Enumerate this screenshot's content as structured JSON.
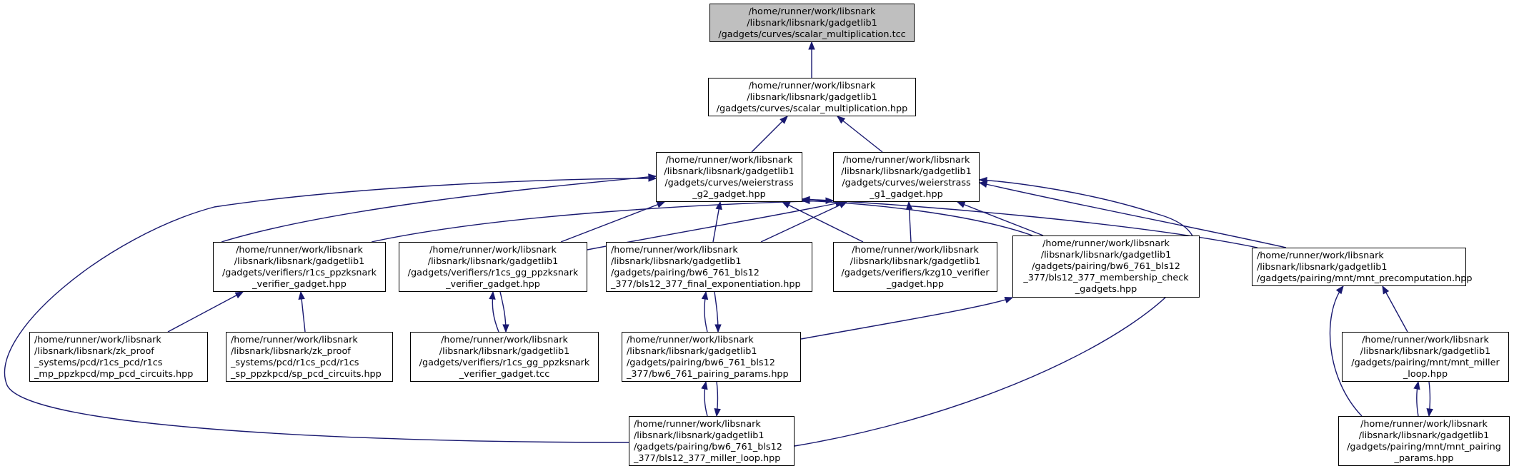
{
  "colors": {
    "edge": "#191970",
    "root_fill": "#bfbfbf",
    "node_fill": "#ffffff",
    "border": "#000000"
  },
  "nodes": {
    "scalar_tcc": {
      "lines": [
        "/home/runner/work/libsnark",
        "/libsnark/libsnark/gadgetlib1",
        "/gadgets/curves/scalar_multiplication.tcc"
      ]
    },
    "scalar_hpp": {
      "lines": [
        "/home/runner/work/libsnark",
        "/libsnark/libsnark/gadgetlib1",
        "/gadgets/curves/scalar_multiplication.hpp"
      ]
    },
    "weier_g2": {
      "lines": [
        "/home/runner/work/libsnark",
        "/libsnark/libsnark/gadgetlib1",
        "/gadgets/curves/weierstrass",
        "_g2_gadget.hpp"
      ]
    },
    "weier_g1": {
      "lines": [
        "/home/runner/work/libsnark",
        "/libsnark/libsnark/gadgetlib1",
        "/gadgets/curves/weierstrass",
        "_g1_gadget.hpp"
      ]
    },
    "r1cs_ppzksnark_verifier": {
      "lines": [
        "/home/runner/work/libsnark",
        "/libsnark/libsnark/gadgetlib1",
        "/gadgets/verifiers/r1cs_ppzksnark",
        "_verifier_gadget.hpp"
      ]
    },
    "r1cs_gg_verifier_hpp": {
      "lines": [
        "/home/runner/work/libsnark",
        "/libsnark/libsnark/gadgetlib1",
        "/gadgets/verifiers/r1cs_gg_ppzksnark",
        "_verifier_gadget.hpp"
      ]
    },
    "bw6_final_exp": {
      "lines": [
        "/home/runner/work/libsnark",
        "/libsnark/libsnark/gadgetlib1",
        "/gadgets/pairing/bw6_761_bls12",
        "_377/bls12_377_final_exponentiation.hpp"
      ]
    },
    "kzg10_verifier": {
      "lines": [
        "/home/runner/work/libsnark",
        "/libsnark/libsnark/gadgetlib1",
        "/gadgets/verifiers/kzg10_verifier",
        "_gadget.hpp"
      ]
    },
    "bw6_membership": {
      "lines": [
        "/home/runner/work/libsnark",
        "/libsnark/libsnark/gadgetlib1",
        "/gadgets/pairing/bw6_761_bls12",
        "_377/bls12_377_membership_check",
        "_gadgets.hpp"
      ]
    },
    "mnt_precomp": {
      "lines": [
        "/home/runner/work/libsnark",
        "/libsnark/libsnark/gadgetlib1",
        "/gadgets/pairing/mnt/mnt_precomputation.hpp"
      ]
    },
    "mp_pcd": {
      "lines": [
        "/home/runner/work/libsnark",
        "/libsnark/libsnark/zk_proof",
        "_systems/pcd/r1cs_pcd/r1cs",
        "_mp_ppzkpcd/mp_pcd_circuits.hpp"
      ]
    },
    "sp_pcd": {
      "lines": [
        "/home/runner/work/libsnark",
        "/libsnark/libsnark/zk_proof",
        "_systems/pcd/r1cs_pcd/r1cs",
        "_sp_ppzkpcd/sp_pcd_circuits.hpp"
      ]
    },
    "r1cs_gg_verifier_tcc": {
      "lines": [
        "/home/runner/work/libsnark",
        "/libsnark/libsnark/gadgetlib1",
        "/gadgets/verifiers/r1cs_gg_ppzksnark",
        "_verifier_gadget.tcc"
      ]
    },
    "bw6_pairing_params": {
      "lines": [
        "/home/runner/work/libsnark",
        "/libsnark/libsnark/gadgetlib1",
        "/gadgets/pairing/bw6_761_bls12",
        "_377/bw6_761_pairing_params.hpp"
      ]
    },
    "bw6_miller_loop": {
      "lines": [
        "/home/runner/work/libsnark",
        "/libsnark/libsnark/gadgetlib1",
        "/gadgets/pairing/bw6_761_bls12",
        "_377/bls12_377_miller_loop.hpp"
      ]
    },
    "mnt_miller_loop": {
      "lines": [
        "/home/runner/work/libsnark",
        "/libsnark/libsnark/gadgetlib1",
        "/gadgets/pairing/mnt/mnt_miller",
        "_loop.hpp"
      ]
    },
    "mnt_pairing_params": {
      "lines": [
        "/home/runner/work/libsnark",
        "/libsnark/libsnark/gadgetlib1",
        "/gadgets/pairing/mnt/mnt_pairing",
        "_params.hpp"
      ]
    }
  },
  "edges": [
    {
      "from": "scalar_hpp",
      "to": "scalar_tcc"
    },
    {
      "from": "weier_g2",
      "to": "scalar_hpp"
    },
    {
      "from": "weier_g1",
      "to": "scalar_hpp"
    },
    {
      "from": "r1cs_ppzksnark_verifier",
      "to": "weier_g2"
    },
    {
      "from": "r1cs_gg_verifier_hpp",
      "to": "weier_g2"
    },
    {
      "from": "bw6_final_exp",
      "to": "weier_g2"
    },
    {
      "from": "kzg10_verifier",
      "to": "weier_g2"
    },
    {
      "from": "bw6_membership",
      "to": "weier_g2"
    },
    {
      "from": "mnt_precomp",
      "to": "weier_g2"
    },
    {
      "from": "bw6_miller_loop",
      "to": "weier_g2"
    },
    {
      "from": "r1cs_ppzksnark_verifier",
      "to": "weier_g1"
    },
    {
      "from": "r1cs_gg_verifier_hpp",
      "to": "weier_g1"
    },
    {
      "from": "bw6_final_exp",
      "to": "weier_g1"
    },
    {
      "from": "kzg10_verifier",
      "to": "weier_g1"
    },
    {
      "from": "bw6_membership",
      "to": "weier_g1"
    },
    {
      "from": "mnt_precomp",
      "to": "weier_g1"
    },
    {
      "from": "bw6_miller_loop",
      "to": "weier_g1"
    },
    {
      "from": "mp_pcd",
      "to": "r1cs_ppzksnark_verifier"
    },
    {
      "from": "sp_pcd",
      "to": "r1cs_ppzksnark_verifier"
    },
    {
      "from": "r1cs_gg_verifier_tcc",
      "to": "r1cs_gg_verifier_hpp"
    },
    {
      "from": "r1cs_gg_verifier_hpp",
      "to": "r1cs_gg_verifier_tcc"
    },
    {
      "from": "bw6_pairing_params",
      "to": "bw6_final_exp"
    },
    {
      "from": "bw6_final_exp",
      "to": "bw6_pairing_params"
    },
    {
      "from": "bw6_pairing_params",
      "to": "bw6_membership"
    },
    {
      "from": "bw6_miller_loop",
      "to": "bw6_pairing_params"
    },
    {
      "from": "bw6_pairing_params",
      "to": "bw6_miller_loop"
    },
    {
      "from": "mnt_miller_loop",
      "to": "mnt_precomp"
    },
    {
      "from": "mnt_pairing_params",
      "to": "mnt_precomp"
    },
    {
      "from": "mnt_pairing_params",
      "to": "mnt_miller_loop"
    },
    {
      "from": "mnt_miller_loop",
      "to": "mnt_pairing_params"
    }
  ]
}
